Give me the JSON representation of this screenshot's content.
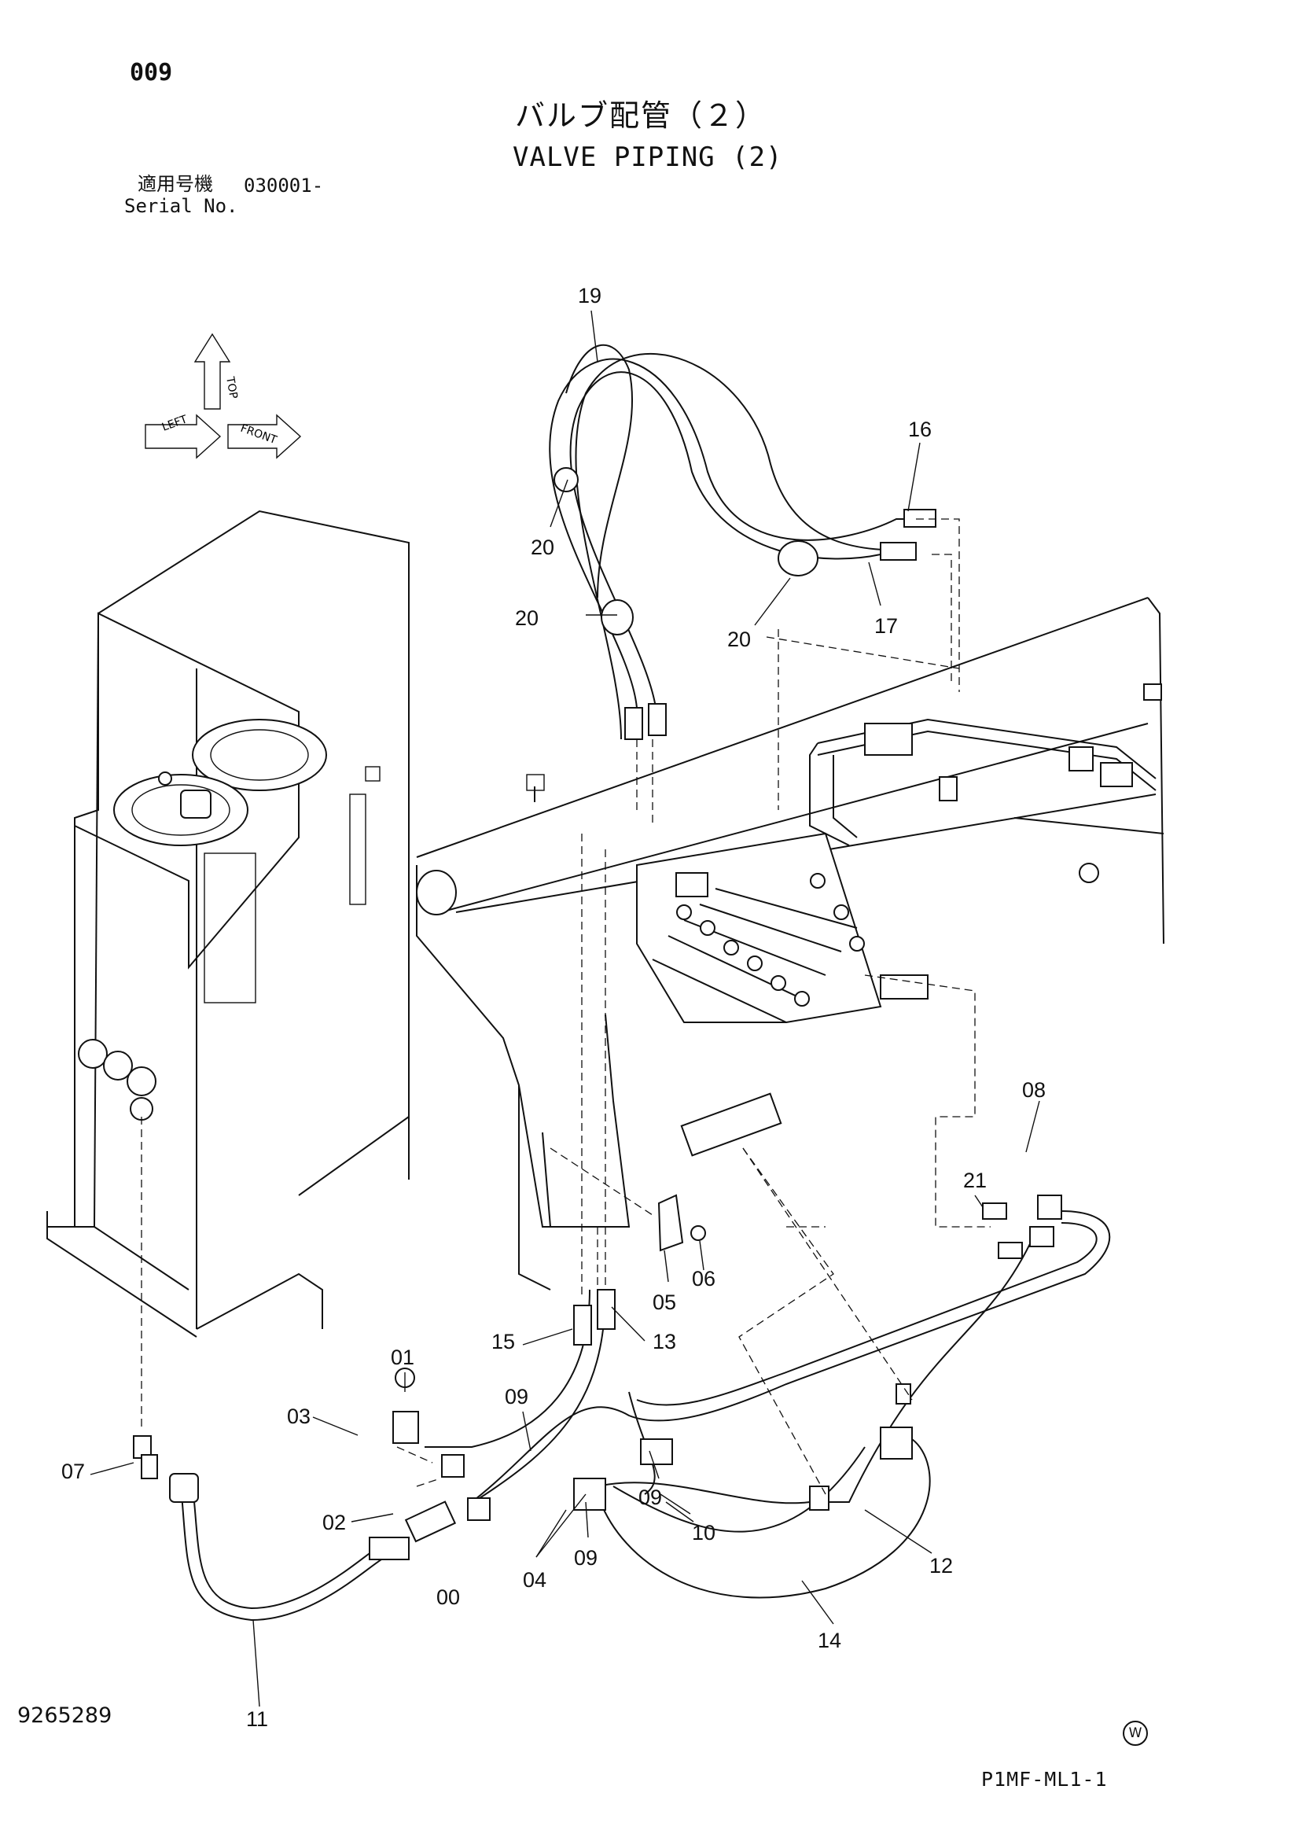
{
  "header": {
    "page_number": "009",
    "title_jp": "バルブ配管（２）",
    "title_en": "VALVE PIPING (2)",
    "serial_label_jp": "適用号機",
    "serial_label_en": "Serial No.",
    "serial_value": "030001-"
  },
  "compass": {
    "top": "TOP",
    "front": "FRONT",
    "left": "LEFT"
  },
  "callouts": [
    "19",
    "16",
    "20",
    "20",
    "20",
    "17",
    "08",
    "21",
    "05",
    "06",
    "15",
    "13",
    "01",
    "03",
    "09",
    "07",
    "02",
    "09",
    "10",
    "04",
    "09",
    "00",
    "12",
    "14",
    "11"
  ],
  "footer": {
    "document_number": "9265289",
    "mark": "W",
    "code": "P1MF-ML1-1"
  }
}
